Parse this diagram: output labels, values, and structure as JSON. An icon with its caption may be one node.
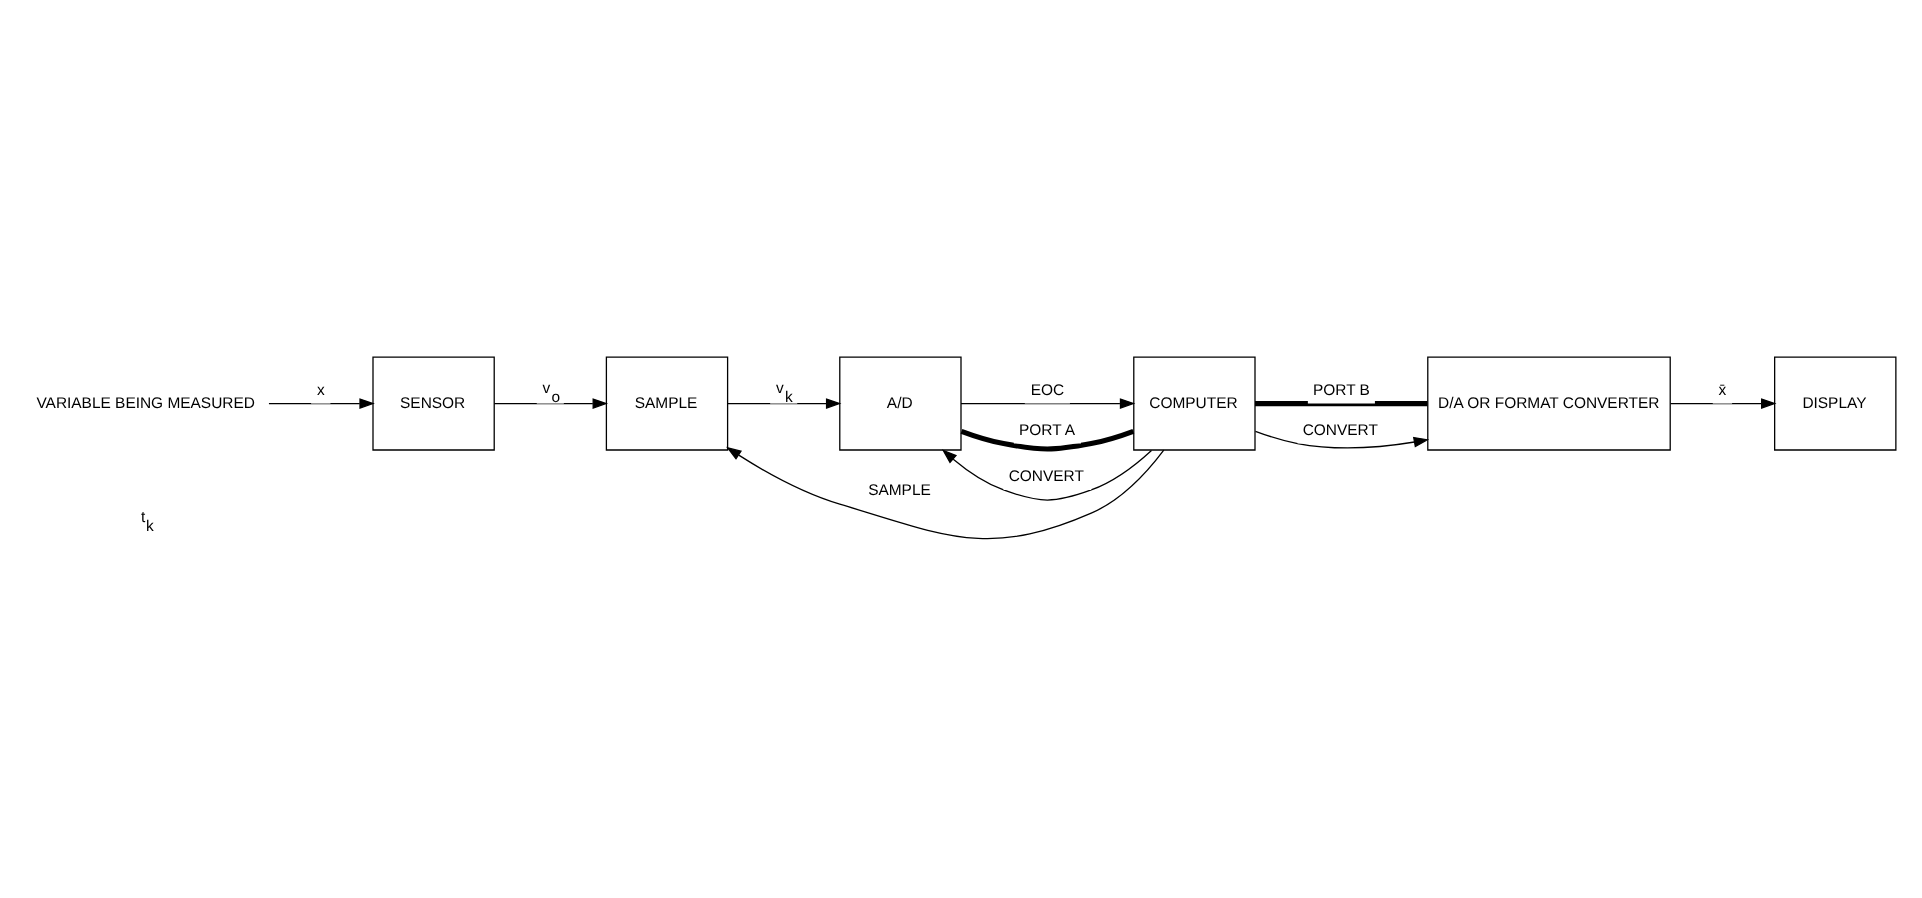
{
  "diagram": {
    "nodes": [
      {
        "text": [
          "VARIABLE BEING MEASURED"
        ]
      },
      {
        "text": [
          "SENSOR"
        ]
      },
      {
        "text": [
          "SAMPLE"
        ]
      },
      {
        "text": [
          "A/D"
        ]
      },
      {
        "text": [
          "COMPUTER"
        ]
      },
      {
        "text": [
          "D/A OR FORMAT CONVERTER"
        ]
      },
      {
        "text": [
          "DISPLAY"
        ]
      }
    ],
    "edges": [
      {
        "from": 0,
        "to": 1,
        "arrow": "to",
        "label": "x"
      },
      {
        "from": 1,
        "to": 2,
        "arrow": "to",
        "label": "v$_{o}$"
      },
      {
        "from": 2,
        "to": 3,
        "arrow": "to",
        "label": "v$_{k}$"
      },
      {
        "from": 3,
        "to": 4,
        "arrow": "to",
        "label": "EOC"
      },
      {
        "from": 3,
        "to": 4,
        "arrow": "none",
        "label": "PORT A",
        "style": "thick"
      },
      {
        "from": 4,
        "to": 5,
        "arrow": "none",
        "label": "PORT B",
        "style": "thick"
      },
      {
        "from": 4,
        "to": 3,
        "arrow": "to",
        "label": "CONVERT"
      },
      {
        "from": 4,
        "to": 5,
        "arrow": "to",
        "label": "CONVERT"
      },
      {
        "from": 4,
        "to": 2,
        "arrow": "to",
        "label": "SAMPLE"
      },
      {
        "from": 5,
        "to": 6,
        "arrow": "to",
        "label": "x̄"
      }
    ],
    "labels": [
      "t$_{k}$"
    ]
  }
}
